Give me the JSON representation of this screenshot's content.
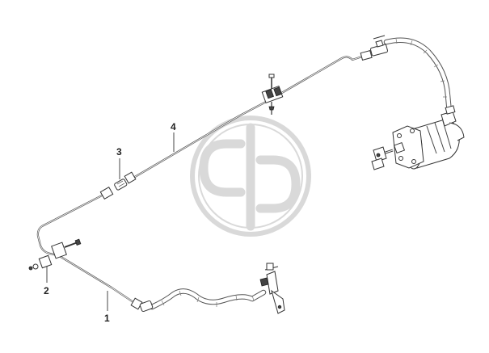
{
  "callouts": [
    {
      "id": "1",
      "label": "1"
    },
    {
      "id": "2",
      "label": "2"
    },
    {
      "id": "3",
      "label": "3"
    },
    {
      "id": "4",
      "label": "4"
    }
  ],
  "watermark": {
    "icon": "brand-logo-watermark",
    "color": "#d9d9d9"
  },
  "colors": {
    "line": "#555555",
    "background": "#ffffff"
  }
}
